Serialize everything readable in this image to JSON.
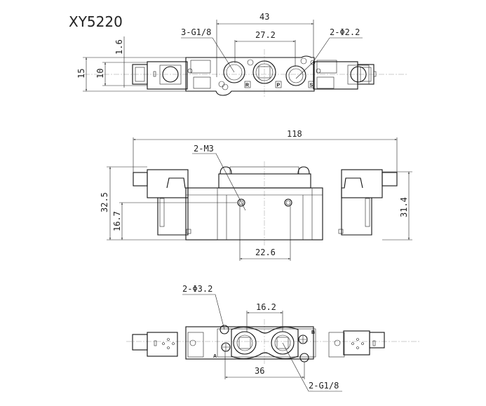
{
  "title": "XY5220",
  "top_view": {
    "dims": {
      "overall_ports": "43",
      "port_pitch": "27.2",
      "ports_callout": "3-G1/8",
      "hole_callout": "2-Φ2.2",
      "height": "15",
      "inner_height": "10",
      "offset": "1.6"
    },
    "port_labels": [
      "R",
      "P",
      "S"
    ]
  },
  "front_view": {
    "dims": {
      "length": "118",
      "thread_callout": "2-M3",
      "height_left": "32.5",
      "hole_height": "16.7",
      "height_right": "31.4",
      "hole_pitch": "22.6"
    }
  },
  "bottom_view": {
    "dims": {
      "hole_callout": "2-Φ3.2",
      "port_pitch": "16.2",
      "mount_pitch": "36",
      "ports_callout": "2-G1/8"
    },
    "port_labels": [
      "A",
      "B"
    ]
  }
}
